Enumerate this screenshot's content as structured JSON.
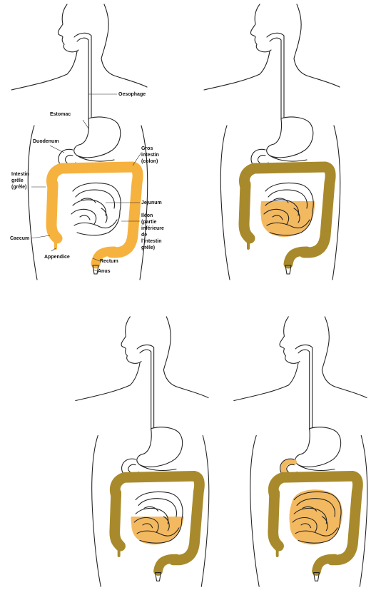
{
  "colors": {
    "background": "#ffffff",
    "outline": "#222222",
    "highlight_orange": "#f6b23e",
    "highlight_olive": "#a88a2c",
    "small_intestine_light": "#f3b960"
  },
  "panels": [
    {
      "id": "labeled-diagram",
      "colon_fill": "highlight_orange",
      "small_intestine_fill": "none",
      "duodenum_fill": "none",
      "labels": [
        {
          "key": "oesophage",
          "text": "Oesophage"
        },
        {
          "key": "estomac",
          "text": "Estomac"
        },
        {
          "key": "duodenum",
          "text": "Duodenum"
        },
        {
          "key": "gros_intestin",
          "text": "Gros intestin (colon)"
        },
        {
          "key": "intestin_grele",
          "text": "Intestin grêle (grêle)"
        },
        {
          "key": "jejunum",
          "text": "Jejunum"
        },
        {
          "key": "ileon",
          "text": "Iléon (partie inférieure de l'intestin grêle)"
        },
        {
          "key": "caecum",
          "text": "Caecum"
        },
        {
          "key": "appendice",
          "text": "Appendice"
        },
        {
          "key": "rectum",
          "text": "Rectum"
        },
        {
          "key": "anus",
          "text": "Anus"
        }
      ]
    },
    {
      "id": "diagram-2",
      "colon_fill": "highlight_olive",
      "small_intestine_fill": "partial",
      "duodenum_fill": "none"
    },
    {
      "id": "diagram-3",
      "colon_fill": "highlight_olive",
      "small_intestine_fill": "half",
      "duodenum_fill": "none"
    },
    {
      "id": "diagram-4",
      "colon_fill": "highlight_olive",
      "small_intestine_fill": "full",
      "duodenum_fill": "small_intestine_light"
    }
  ]
}
